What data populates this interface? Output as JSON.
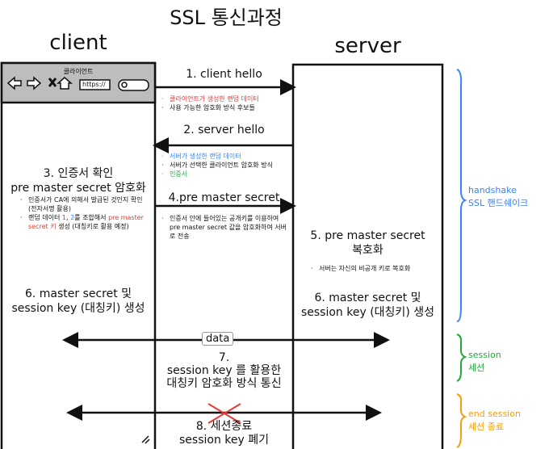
{
  "title": "SSL 통신과정",
  "client_label": "client",
  "server_label": "server",
  "browser": {
    "title": "클라이언트",
    "url": "https://",
    "icons": [
      "back-arrow-icon",
      "forward-arrow-icon",
      "close-icon",
      "home-icon",
      "search-icon"
    ]
  },
  "steps": {
    "s1": {
      "label": "1. client hello",
      "notes": [
        "클라이언트가 생성한 랜덤 데이터",
        "사용 가능한 암호화 방식 후보들"
      ]
    },
    "s2": {
      "label": "2. server hello",
      "notes": [
        "서버가 생성한 랜덤 데이터",
        "서버가 선택한 클라이언트 암호화 방식",
        "인증서"
      ]
    },
    "s3": {
      "line1": "3. 인증서 확인",
      "line2": "pre master secret 암호화",
      "note1": "인증서가 CA에 의해서 발급된 것인지 확인 (전자서명 활용)",
      "note2_a": "랜덤 데이터 ",
      "note2_1": "1",
      "note2_sep": ", ",
      "note2_2": "2",
      "note2_b": "를 조합해서 ",
      "note2_red": "pre master secret 키",
      "note2_c": " 생성 (대칭키로 활용 예정)"
    },
    "s4": {
      "label": "4.pre master secret",
      "note": "인증서 안에 들어있는 공개키를 이용하여 pre master secret 값을 암호화하여 서버로 전송"
    },
    "s5": {
      "line1": "5. pre master secret",
      "line2": "복호화",
      "note": "서버는 자신의 비공개 키로 복호화"
    },
    "s6_client": {
      "line1": "6. master secret 및",
      "line2": "session key (대칭키) 생성"
    },
    "s6_server": {
      "line1": "6. master secret 및",
      "line2": "session key (대칭키) 생성"
    },
    "data_label": "data",
    "s7": {
      "line1": "7.",
      "line2": "session key 를 활용한",
      "line3": "대칭키 암호화 방식 통신"
    },
    "s8": {
      "line1": "8. 세션종료",
      "line2": "session key 폐기"
    }
  },
  "phases": [
    {
      "en": "handshake",
      "ko": "SSL 핸드쉐이크",
      "color": "#3b82f6"
    },
    {
      "en": "session",
      "ko": "세션",
      "color": "#22a83a"
    },
    {
      "en": "end session",
      "ko": "세션 종료",
      "color": "#f59e0b"
    }
  ]
}
